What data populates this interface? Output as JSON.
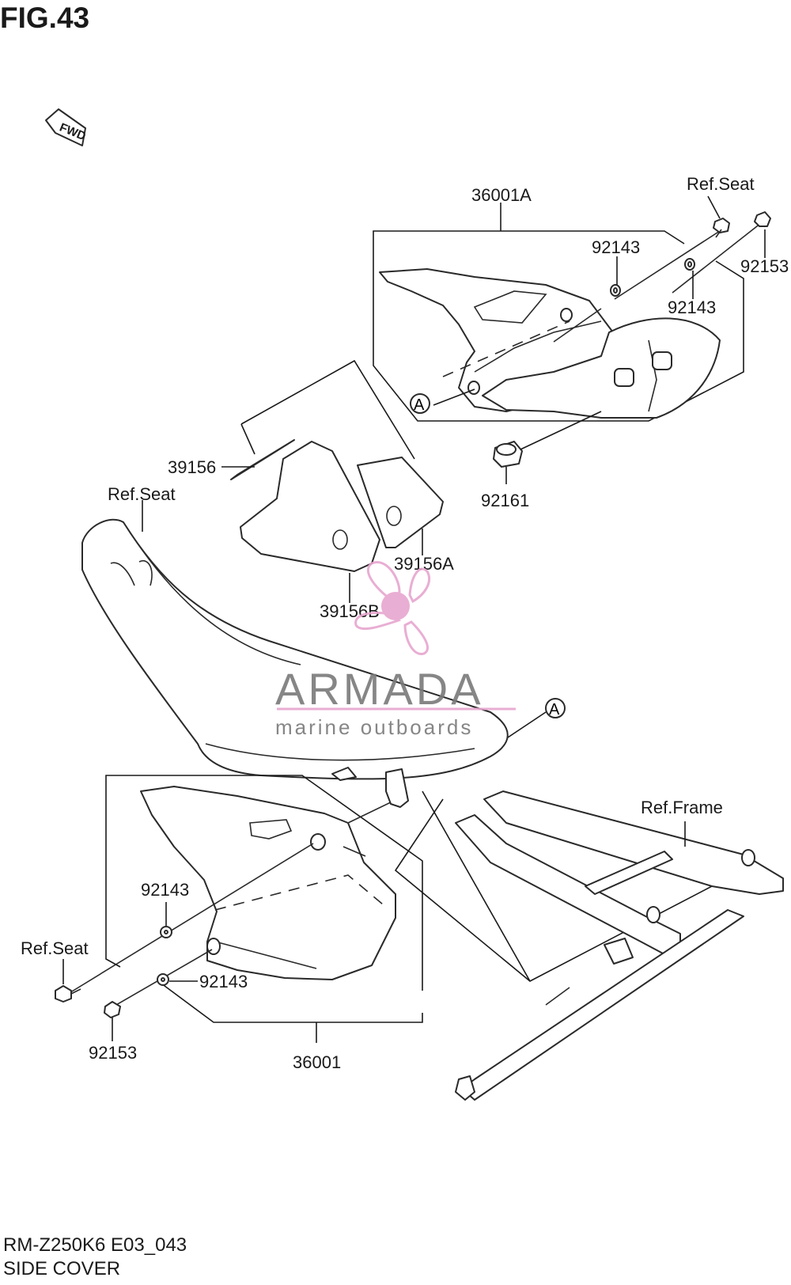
{
  "figure": {
    "title": "FIG.43",
    "code": "RM-Z250K6 E03_043",
    "name": "SIDE COVER"
  },
  "direction_badge": "FWD",
  "callout_letter": "A",
  "labels": {
    "p36001A": "36001A",
    "ref_seat_top": "Ref.Seat",
    "p92143_upper_a": "92143",
    "p92153_upper": "92153",
    "p92143_upper_b": "92143",
    "p39156": "39156",
    "p92161": "92161",
    "ref_seat_mid": "Ref.Seat",
    "p39156A": "39156A",
    "p39156B": "39156B",
    "ref_frame": "Ref.Frame",
    "p92143_lower_a": "92143",
    "ref_seat_lower": "Ref.Seat",
    "p92143_lower_b": "92143",
    "p92153_lower": "92153",
    "p36001": "36001"
  },
  "watermark": {
    "brand": "ARMADA",
    "tagline": "marine outboards",
    "accent_color": "#e7a6cf",
    "text_color": "#7a7a7a"
  }
}
